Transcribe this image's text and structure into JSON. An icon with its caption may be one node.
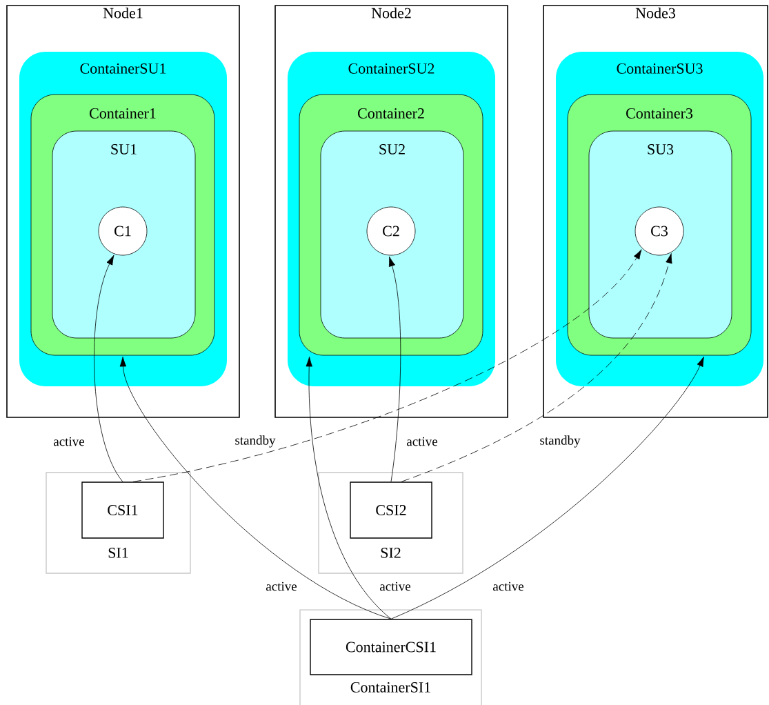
{
  "diagram": {
    "nodes": [
      {
        "text": [
          "Node1"
        ]
      },
      {
        "text": [
          "ContainerSU1"
        ],
        "in": 0
      },
      {
        "text": [
          "Container1"
        ],
        "in": 1
      },
      {
        "text": [
          "SU1"
        ],
        "in": 2
      },
      {
        "text": [
          "C1"
        ],
        "in": 3
      },
      {
        "text": [
          "Node2"
        ]
      },
      {
        "text": [
          "ContainerSU2"
        ],
        "in": 5
      },
      {
        "text": [
          "Container2"
        ],
        "in": 6
      },
      {
        "text": [
          "SU2"
        ],
        "in": 7
      },
      {
        "text": [
          "C2"
        ],
        "in": 8
      },
      {
        "text": [
          "Node3"
        ]
      },
      {
        "text": [
          "ContainerSU3"
        ],
        "in": 10
      },
      {
        "text": [
          "Container3"
        ],
        "in": 11
      },
      {
        "text": [
          "SU3"
        ],
        "in": 12
      },
      {
        "text": [
          "C3"
        ],
        "in": 13
      },
      {
        "text": [
          "SI1"
        ]
      },
      {
        "text": [
          "CSI1"
        ],
        "in": 15
      },
      {
        "text": [
          "SI2"
        ]
      },
      {
        "text": [
          "CSI2"
        ],
        "in": 17
      },
      {
        "text": [
          "ContainerSI1"
        ]
      },
      {
        "text": [
          "ContainerCSI1"
        ],
        "in": 19
      }
    ],
    "edges": [
      {
        "from": 16,
        "to": 4,
        "arrow": "to",
        "label": "active"
      },
      {
        "from": 16,
        "to": 14,
        "arrow": "to",
        "label": "standby",
        "style": "dashed"
      },
      {
        "from": 18,
        "to": 9,
        "arrow": "to",
        "label": "active"
      },
      {
        "from": 18,
        "to": 14,
        "arrow": "to",
        "label": "standby",
        "style": "dashed"
      },
      {
        "from": 20,
        "to": 2,
        "arrow": "to",
        "label": "active"
      },
      {
        "from": 20,
        "to": 7,
        "arrow": "to",
        "label": "active"
      },
      {
        "from": 20,
        "to": 12,
        "arrow": "to",
        "label": "active"
      }
    ]
  }
}
